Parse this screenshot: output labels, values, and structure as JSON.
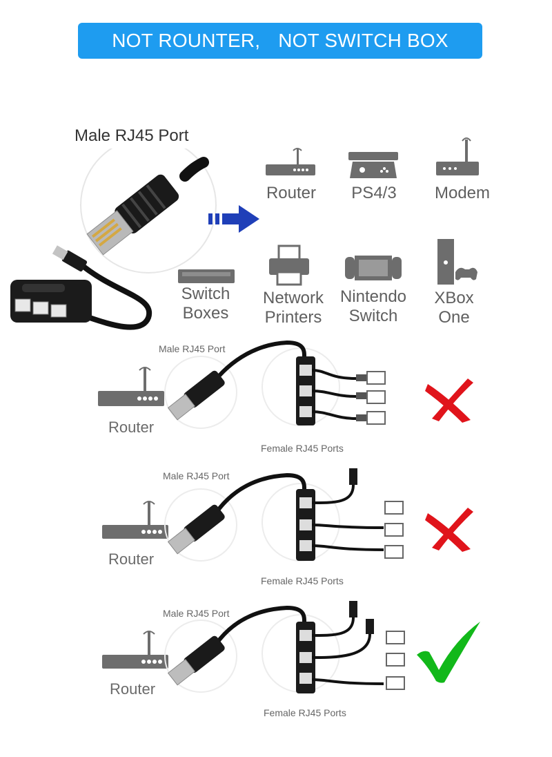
{
  "banner": {
    "part1": "NOT ROUNTER,",
    "part2": "NOT SWITCH BOX",
    "color": "#1e9cf0"
  },
  "top": {
    "male_label": "Male RJ45 Port"
  },
  "devices": [
    {
      "icon": "router-icon",
      "label": "Router"
    },
    {
      "icon": "gamepad-icon",
      "label": "PS4/3"
    },
    {
      "icon": "modem-icon",
      "label": "Modem"
    },
    {
      "icon": "switch-box-icon",
      "label_l1": "Switch",
      "label_l2": "Boxes"
    },
    {
      "icon": "printer-icon",
      "label_l1": "Network",
      "label_l2": "Printers"
    },
    {
      "icon": "nintendo-switch-icon",
      "label_l1": "Nintendo",
      "label_l2": "Switch"
    },
    {
      "icon": "xbox-icon",
      "label_l1": "XBox",
      "label_l2": "One"
    }
  ],
  "scenarios": [
    {
      "male_label": "Male RJ45 Port",
      "router_label": "Router",
      "female_label": "Female RJ45 Ports",
      "result": "wrong",
      "result_icon": "red-x-icon"
    },
    {
      "male_label": "Male RJ45 Port",
      "router_label": "Router",
      "female_label": "Female RJ45 Ports",
      "result": "wrong",
      "result_icon": "red-x-icon"
    },
    {
      "male_label": "Male RJ45 Port",
      "router_label": "Router",
      "female_label": "Female RJ45 Ports",
      "result": "correct",
      "result_icon": "green-check-icon"
    }
  ],
  "colors": {
    "arrow": "#1f3fb8",
    "cross": "#e0141b",
    "check": "#12b81a",
    "icon_gray": "#6d6d6d"
  }
}
